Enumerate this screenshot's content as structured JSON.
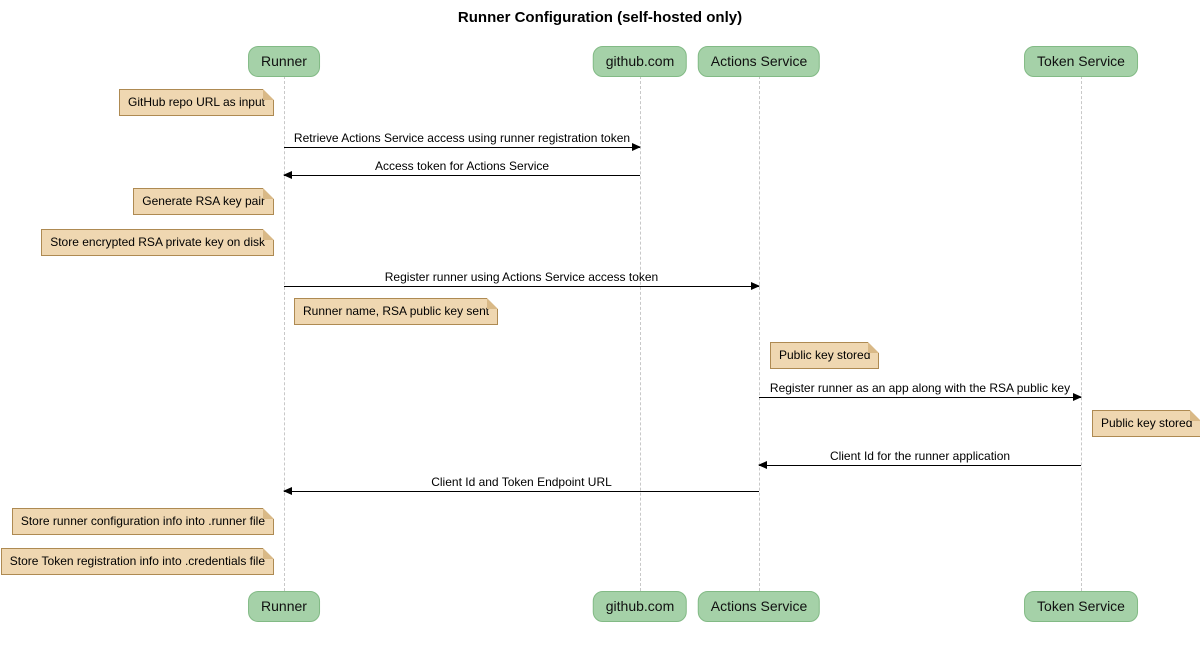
{
  "title": "Runner Configuration (self-hosted only)",
  "diagram": {
    "type": "sequence",
    "participants": [
      {
        "id": "runner",
        "label": "Runner"
      },
      {
        "id": "github",
        "label": "github.com"
      },
      {
        "id": "actions",
        "label": "Actions Service"
      },
      {
        "id": "token",
        "label": "Token Service"
      }
    ],
    "messages": [
      {
        "from": "Runner",
        "to": "github.com",
        "direction": "right",
        "text": "Retrieve Actions Service access using runner registration token"
      },
      {
        "from": "github.com",
        "to": "Runner",
        "direction": "left",
        "text": "Access token for Actions Service"
      },
      {
        "from": "Runner",
        "to": "Actions Service",
        "direction": "right",
        "text": "Register runner using Actions Service access token"
      },
      {
        "from": "Actions Service",
        "to": "Token Service",
        "direction": "right",
        "text": "Register runner as an app along with the RSA public key"
      },
      {
        "from": "Token Service",
        "to": "Actions Service",
        "direction": "left",
        "text": "Client Id for the runner application"
      },
      {
        "from": "Actions Service",
        "to": "Runner",
        "direction": "left",
        "text": "Client Id and Token Endpoint URL"
      }
    ],
    "notes": [
      {
        "position": "left of Runner",
        "text": "GitHub repo URL as input"
      },
      {
        "position": "left of Runner",
        "text": "Generate RSA key pair"
      },
      {
        "position": "left of Runner",
        "text": "Store encrypted RSA private key on disk"
      },
      {
        "position": "right of Runner",
        "text": "Runner name, RSA public key sent"
      },
      {
        "position": "right of Actions Service",
        "text": "Public key stored"
      },
      {
        "position": "right of Token Service",
        "text": "Public key stored"
      },
      {
        "position": "left of Runner",
        "text": "Store runner configuration info into .runner file"
      },
      {
        "position": "left of Runner",
        "text": "Store Token registration info into .credentials file"
      }
    ],
    "colors": {
      "participant_fill": "#a5d1a8",
      "participant_border": "#82ba85",
      "note_fill": "#efd7b1",
      "note_border": "#ae8a52",
      "lifeline": "#c8c8c8",
      "arrow": "#000000",
      "background": "#ffffff",
      "text": "#000000"
    }
  }
}
